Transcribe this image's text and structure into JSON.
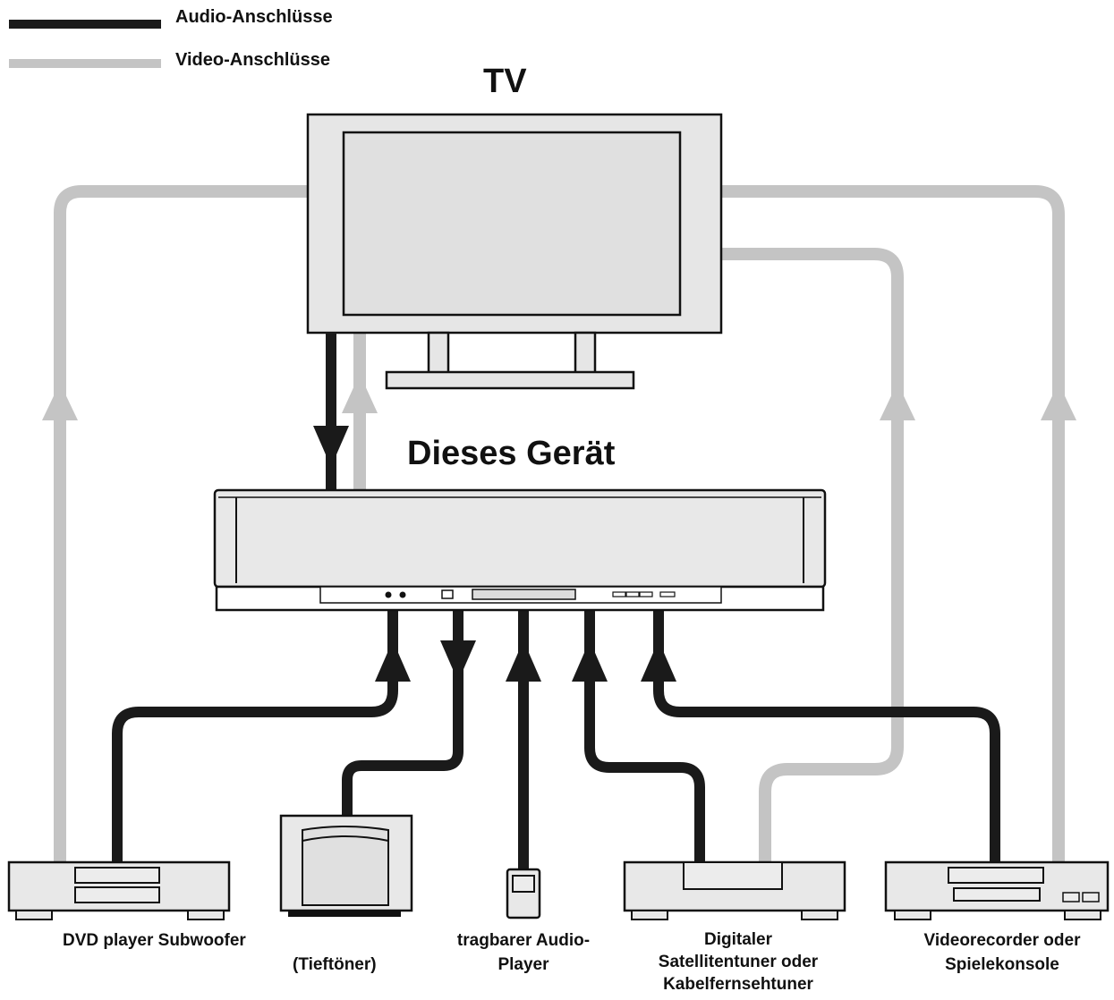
{
  "legend": {
    "audio_label": "Audio-Anschlüsse",
    "video_label": "Video-Anschlüsse",
    "audio_color": "#1a1a1a",
    "video_color": "#c4c4c4"
  },
  "tv": {
    "title": "TV"
  },
  "device": {
    "title": "Dieses Gerät"
  },
  "devices": {
    "dvd": "DVD player Subwoofer",
    "subwoofer": "(Tieftöner)",
    "portable_line1": "tragbarer Audio-",
    "portable_line2": "Player",
    "tuner_line1": "Digitaler",
    "tuner_line2": "Satellitentuner oder",
    "tuner_line3": "Kabelfernsehtuner",
    "vcr_line1": "Videorecorder oder",
    "vcr_line2": "Spielekonsole"
  }
}
